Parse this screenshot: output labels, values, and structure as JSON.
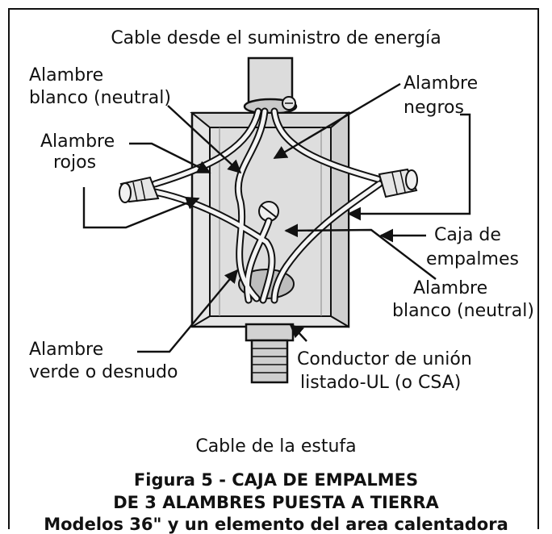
{
  "labels": {
    "top_cable": "Cable desde el suministro de energía",
    "white_neutral_top": [
      "Alambre",
      "blanco (neutral)"
    ],
    "black_wires": [
      "Alambre",
      "negros"
    ],
    "red_wires": [
      "Alambre",
      "rojos"
    ],
    "junction_box": [
      "Caja de",
      "empalmes"
    ],
    "white_neutral_bottom": [
      "Alambre",
      "blanco (neutral)"
    ],
    "green_bare": [
      "Alambre",
      "verde o desnudo"
    ],
    "bonding_conductor": [
      "Conductor de unión",
      "listado-UL (o CSA)"
    ],
    "stove_cable": "Cable de la estufa"
  },
  "caption": {
    "line1": "Figura 5 - CAJA DE EMPALMES",
    "line2": "DE 3 ALAMBRES PUESTA A TIERRA",
    "line3": "Modelos 36\" y un elemento del area calentadora"
  }
}
